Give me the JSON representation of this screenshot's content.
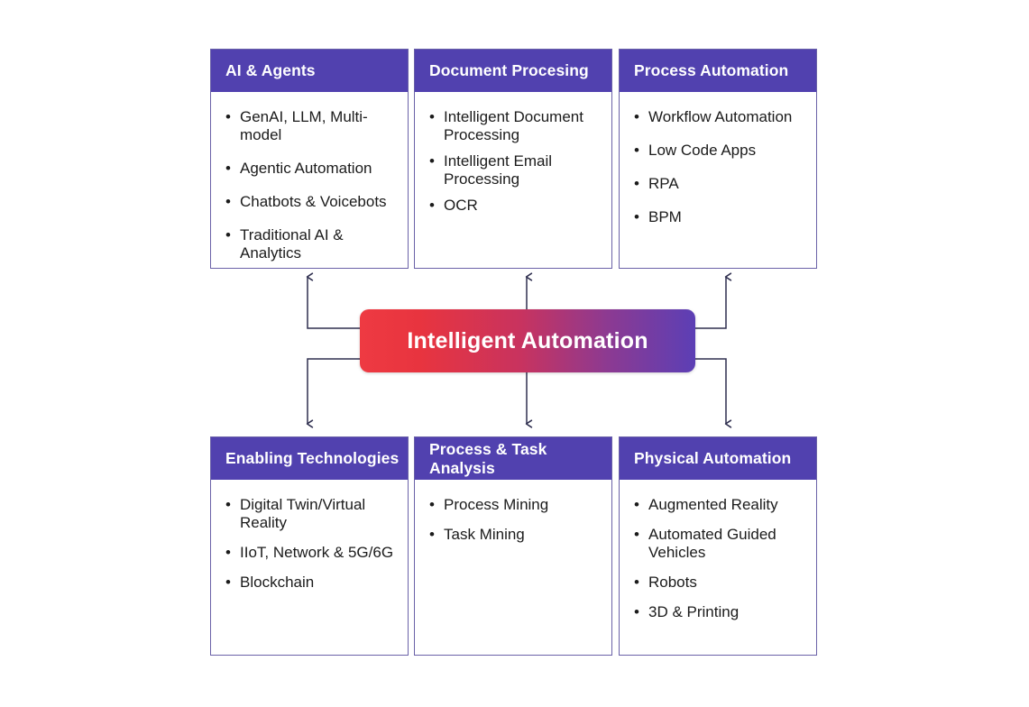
{
  "diagram": {
    "center": {
      "label": "Intelligent Automation",
      "gradient_from": "#ee3a42",
      "gradient_to": "#5c3fb5"
    },
    "header_color": "#5141af",
    "border_color": "#6b62a8",
    "top_cards": [
      {
        "title": "AI & Agents",
        "items": [
          "GenAI, LLM, Multi-model",
          "Agentic Automation",
          "Chatbots & Voicebots",
          "Traditional AI & Analytics"
        ]
      },
      {
        "title": "Document Procesing",
        "items": [
          "Intelligent Document Processing",
          "Intelligent Email Processing",
          "OCR"
        ]
      },
      {
        "title": "Process Automation",
        "items": [
          "Workflow Automation",
          "Low Code Apps",
          "RPA",
          "BPM"
        ]
      }
    ],
    "bottom_cards": [
      {
        "title": "Enabling Technologies",
        "items": [
          "Digital Twin/Virtual Reality",
          "IIoT, Network & 5G/6G",
          "Blockchain"
        ]
      },
      {
        "title": "Process & Task Analysis",
        "items": [
          "Process Mining",
          "Task Mining"
        ]
      },
      {
        "title": "Physical Automation",
        "items": [
          "Augmented Reality",
          "Automated Guided Vehicles",
          "Robots",
          "3D & Printing"
        ]
      }
    ],
    "bullet_glyph": "•",
    "connector_color": "#2f2f4f"
  }
}
